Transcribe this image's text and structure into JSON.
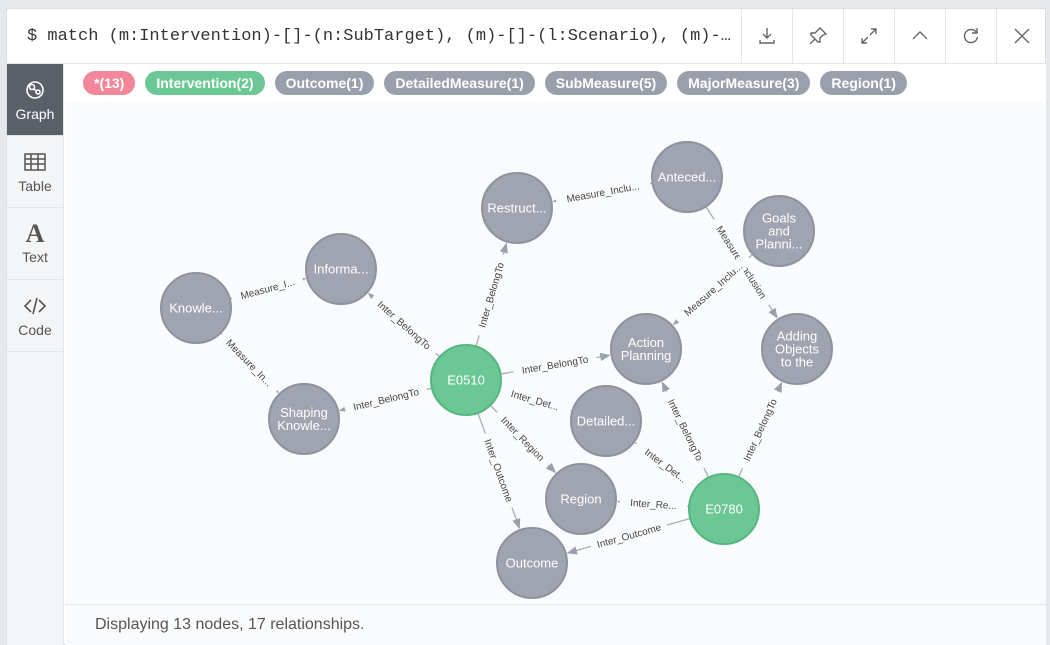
{
  "query": "$ match (m:Intervention)-[]-(n:SubTarget), (m)-[]-(l:Scenario), (m)-[]-...",
  "toolbar": [
    {
      "name": "download-button",
      "icon": "download-icon"
    },
    {
      "name": "pin-button",
      "icon": "pin-icon"
    },
    {
      "name": "expand-button",
      "icon": "expand-icon"
    },
    {
      "name": "collapse-button",
      "icon": "chevron-up-icon"
    },
    {
      "name": "rerun-button",
      "icon": "refresh-icon"
    },
    {
      "name": "close-button",
      "icon": "close-icon"
    }
  ],
  "sidebar": {
    "items": [
      {
        "label": "Graph",
        "icon": "graph-icon",
        "active": true
      },
      {
        "label": "Table",
        "icon": "table-icon",
        "active": false
      },
      {
        "label": "Text",
        "icon": "text-icon",
        "active": false
      },
      {
        "label": "Code",
        "icon": "code-icon",
        "active": false
      }
    ]
  },
  "labels": [
    {
      "text": "*(13)",
      "color": "#f2879a"
    },
    {
      "text": "Intervention(2)",
      "color": "#6bc895"
    },
    {
      "text": "Outcome(1)",
      "color": "#9aa0ab"
    },
    {
      "text": "DetailedMeasure(1)",
      "color": "#9aa0ab"
    },
    {
      "text": "SubMeasure(5)",
      "color": "#9aa0ab"
    },
    {
      "text": "MajorMeasure(3)",
      "color": "#9aa0ab"
    },
    {
      "text": "Region(1)",
      "color": "#9aa0ab"
    }
  ],
  "colors": {
    "grey_node": "#a0a4b0",
    "green_node": "#6bc895",
    "green_stroke": "#57b581"
  },
  "nodes": [
    {
      "id": "knowle",
      "lines": [
        "Knowle..."
      ],
      "type": "grey"
    },
    {
      "id": "informa",
      "lines": [
        "Informa..."
      ],
      "type": "grey"
    },
    {
      "id": "shaping",
      "lines": [
        "Shaping",
        "Knowle..."
      ],
      "type": "grey"
    },
    {
      "id": "restruct",
      "lines": [
        "Restruct..."
      ],
      "type": "grey"
    },
    {
      "id": "anteced",
      "lines": [
        "Anteced..."
      ],
      "type": "grey"
    },
    {
      "id": "goals",
      "lines": [
        "Goals",
        "and",
        "Planni..."
      ],
      "type": "grey"
    },
    {
      "id": "action",
      "lines": [
        "Action",
        "Planning"
      ],
      "type": "grey"
    },
    {
      "id": "adding",
      "lines": [
        "Adding",
        "Objects",
        "to the"
      ],
      "type": "grey"
    },
    {
      "id": "e0510",
      "lines": [
        "E0510"
      ],
      "type": "green"
    },
    {
      "id": "detailed",
      "lines": [
        "Detailed..."
      ],
      "type": "grey"
    },
    {
      "id": "region",
      "lines": [
        "Region"
      ],
      "type": "grey"
    },
    {
      "id": "e0780",
      "lines": [
        "E0780"
      ],
      "type": "green"
    },
    {
      "id": "outcome",
      "lines": [
        "Outcome"
      ],
      "type": "grey"
    }
  ],
  "edges": [
    {
      "from": "knowle",
      "to": "informa",
      "label": "Measure_I..."
    },
    {
      "from": "knowle",
      "to": "shaping",
      "label": "Measure_In..."
    },
    {
      "from": "anteced",
      "to": "restruct",
      "label": "Measure_Inclu..."
    },
    {
      "from": "anteced",
      "to": "adding",
      "label": "Measure_Inclusion"
    },
    {
      "from": "goals",
      "to": "action",
      "label": "Measure_Inclu..."
    },
    {
      "from": "e0510",
      "to": "informa",
      "label": "Inter_BelongTo"
    },
    {
      "from": "e0510",
      "to": "restruct",
      "label": "Inter_BelongTo"
    },
    {
      "from": "e0510",
      "to": "shaping",
      "label": "Inter_BelongTo"
    },
    {
      "from": "e0510",
      "to": "action",
      "label": "Inter_BelongTo"
    },
    {
      "from": "e0510",
      "to": "detailed",
      "label": "Inter_Det..."
    },
    {
      "from": "e0510",
      "to": "region",
      "label": "Inter_Region"
    },
    {
      "from": "e0510",
      "to": "outcome",
      "label": "Inter_Outcome"
    },
    {
      "from": "e0780",
      "to": "action",
      "label": "Inter_BelongTo"
    },
    {
      "from": "e0780",
      "to": "adding",
      "label": "Inter_BelongTo"
    },
    {
      "from": "e0780",
      "to": "detailed",
      "label": "Inter_Det..."
    },
    {
      "from": "e0780",
      "to": "region",
      "label": "Inter_Re..."
    },
    {
      "from": "e0780",
      "to": "outcome",
      "label": "Inter_Outcome"
    }
  ],
  "footer": {
    "status": "Displaying 13 nodes, 17 relationships."
  }
}
